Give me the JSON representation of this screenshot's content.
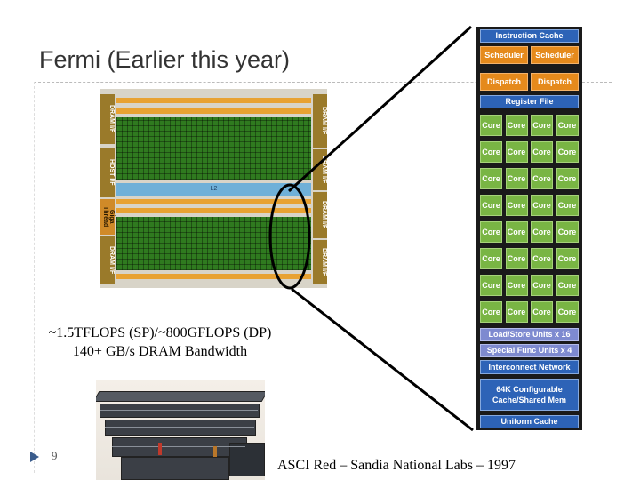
{
  "title": "Fermi (Earlier this year)",
  "stats": {
    "line1": "~1.5TFLOPS (SP)/~800GFLOPS (DP)",
    "line2": "140+ GB/s DRAM Bandwidth"
  },
  "caption": "ASCI Red – Sandia National Labs – 1997",
  "slide_number": "9",
  "die": {
    "l2_label": "L2",
    "left_pads": [
      "DRAM I/F",
      "HOST I/F",
      "Giga Thread",
      "DRAM I/F"
    ],
    "right_pads": [
      "DRAM I/F",
      "DRAM I/F",
      "DRAM I/F",
      "DRAM I/F"
    ]
  },
  "sm": {
    "instruction_cache": "Instruction Cache",
    "scheduler_1": "Scheduler",
    "scheduler_2": "Scheduler",
    "dispatch_1": "Dispatch",
    "dispatch_2": "Dispatch",
    "register_file": "Register File",
    "core_label": "Core",
    "core_rows": 8,
    "core_cols": 4,
    "load_store": "Load/Store Units x 16",
    "special_func": "Special Func Units x 4",
    "interconnect": "Interconnect Network",
    "cache_line1": "64K Configurable",
    "cache_line2": "Cache/Shared Mem",
    "uniform_cache": "Uniform Cache"
  },
  "colors": {
    "sm_background": "#1a1a1a",
    "blue_unit": "#2d63b7",
    "orange_unit": "#e58a1c",
    "core_green": "#79b544",
    "load_store_purple": "#7e8ad0",
    "die_green": "#2f7a1f"
  }
}
